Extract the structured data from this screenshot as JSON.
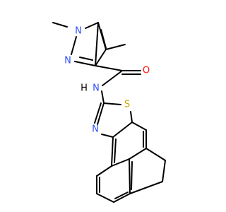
{
  "molecule": {
    "atom_labels": {
      "n_methyl": "N",
      "n_pyrazole": "N",
      "o_carbonyl": "O",
      "nh_amide": "N",
      "h_amide": "H",
      "s_thiazole": "S",
      "n_thiazole": "N"
    },
    "colors": {
      "bond": "#000000",
      "nitrogen": "#3050F8",
      "oxygen": "#FF0D0D",
      "sulfur": "#C8A800",
      "carbon_hydrogen": "#000000"
    }
  }
}
